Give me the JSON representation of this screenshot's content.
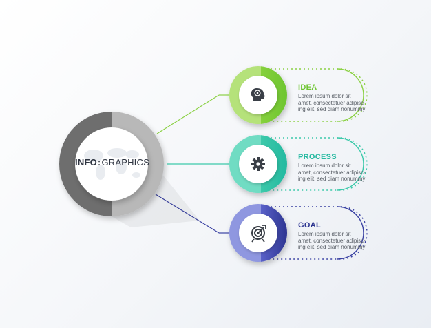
{
  "hub": {
    "title_left": "INFO",
    "title_separator": ":",
    "title_right": "GRAPHICS"
  },
  "steps": [
    {
      "title": "IDEA",
      "color": "#6ec531",
      "icon": "brain-head-icon",
      "lines": [
        "Lorem ipsum dolor sit",
        "amet, consectetuer adipisc-",
        "ing elit, sed diam nonummy"
      ]
    },
    {
      "title": "PROCESS",
      "color": "#24b9a0",
      "icon": "gear-icon",
      "lines": [
        "Lorem ipsum dolor sit",
        "amet, consectetuer adipisc-",
        "ing elit, sed diam nonummy"
      ]
    },
    {
      "title": "GOAL",
      "color": "#2d3591",
      "icon": "target-icon",
      "lines": [
        "Lorem ipsum dolor sit",
        "amet, consectetuer adipisc-",
        "ing elit, sed diam nonummy"
      ]
    }
  ]
}
